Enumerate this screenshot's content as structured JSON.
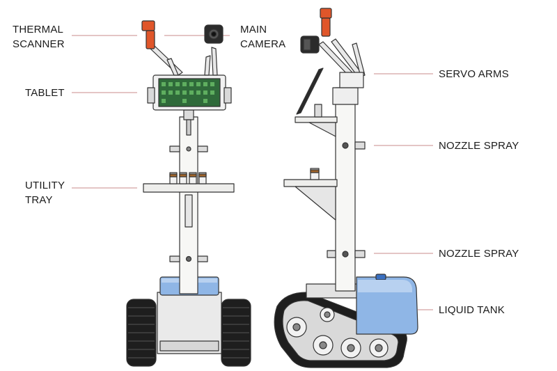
{
  "labels": {
    "thermal_scanner": [
      "THERMAL",
      "SCANNER"
    ],
    "main_camera": [
      "MAIN",
      "CAMERA"
    ],
    "tablet": "TABLET",
    "utility_tray": [
      "UTILITY",
      "TRAY"
    ],
    "servo_arms": "SERVO ARMS",
    "nozzle_spray_upper": "NOZZLE SPRAY",
    "nozzle_spray_lower": "NOZZLE SPRAY",
    "liquid_tank": "LIQUID TANK"
  },
  "colors": {
    "leader_line": "#c98b8b",
    "frame": "#f7f7f5",
    "outline": "#333333",
    "track": "#1e1e1e",
    "tank_blue": "#8fb6e6",
    "tank_dark_blue": "#3a6fc0",
    "scanner_orange": "#e0562a",
    "tray": "#eeeeec"
  }
}
